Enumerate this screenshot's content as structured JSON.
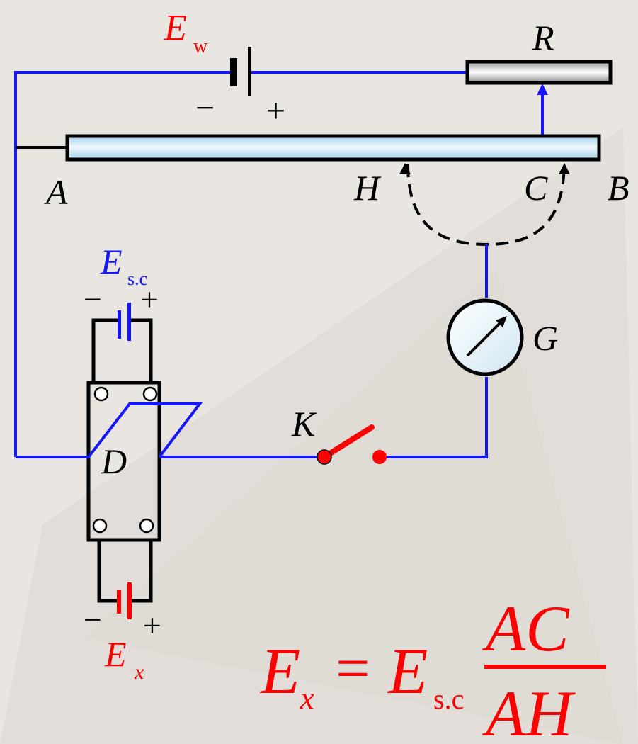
{
  "colors": {
    "wire": "#1515ff",
    "black": "#000000",
    "red": "#ff0000",
    "slidewire_fill": "#cfe8f4",
    "rheostat_fill": "#d8d8d8",
    "background": "#e9e5e0"
  },
  "labels": {
    "E_w": "E",
    "E_w_sub": "w",
    "R": "R",
    "A": "A",
    "H": "H",
    "C": "C",
    "B": "B",
    "E_sc": "E",
    "E_sc_sub": "s.c",
    "G": "G",
    "K": "K",
    "D": "D",
    "E_x": "E",
    "E_x_sub": "x",
    "minus": "−",
    "plus": "+"
  },
  "formula": {
    "lhs": "E",
    "lhs_sub": "x",
    "equals": "=",
    "rhs": "E",
    "rhs_sub": "s.c",
    "numerator": "AC",
    "denominator": "AH"
  }
}
